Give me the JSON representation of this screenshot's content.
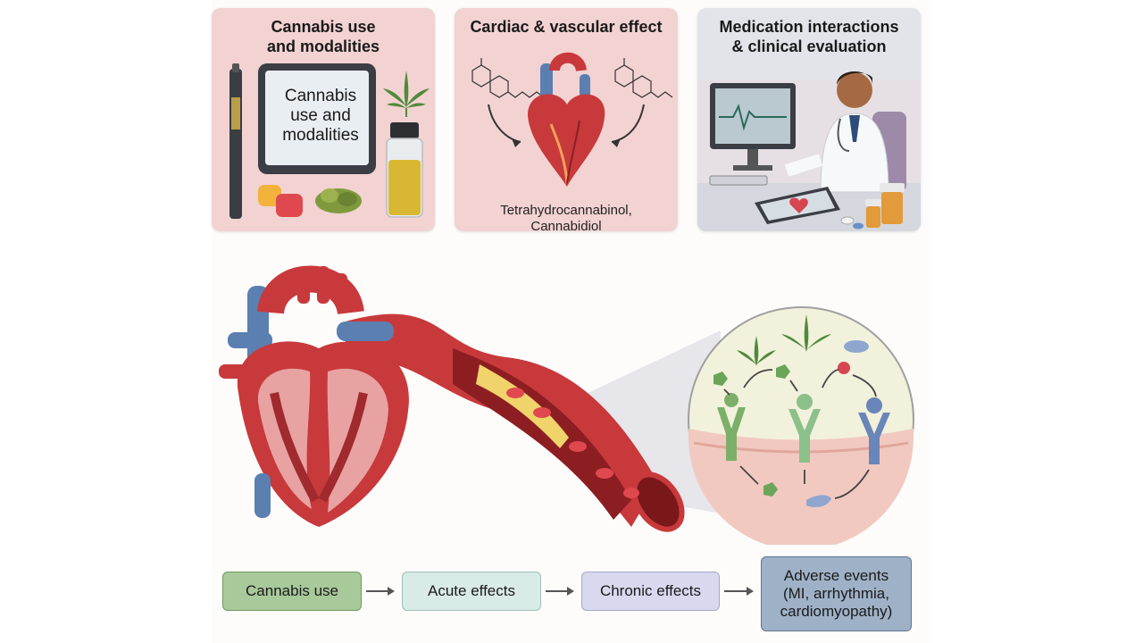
{
  "panels": [
    {
      "title": "Cannabis use\nand modalities",
      "tablet_text": "Cannabis\nuse and\nmodalities"
    },
    {
      "title": "Cardiac & vascular effect",
      "caption": "Tetrahydrocannabinol,\nCannabidiol"
    },
    {
      "title": "Medication interactions\n& clinical evaluation"
    }
  ],
  "flow": [
    {
      "label": "Cannabis use",
      "color": "#a8c99a"
    },
    {
      "label": "Acute effects",
      "color": "#d9ebe6"
    },
    {
      "label": "Chronic effects",
      "color": "#d8d9ee"
    },
    {
      "label": "Adverse events\n(MI, arrhythmia,\ncardiomyopathy)",
      "color": "#9fb1c7"
    }
  ],
  "colors": {
    "panel_bg": "#f3d2d2",
    "heart_red": "#c8393b",
    "vein_blue": "#5b7fb0",
    "plaque_yellow": "#f0d36a",
    "receptor_green": "#7cb06a",
    "cannabis_leaf": "#4f8a3a"
  }
}
